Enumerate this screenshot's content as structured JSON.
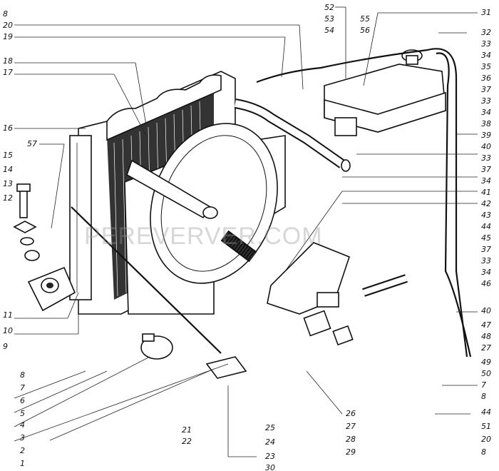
{
  "watermark": "PEREVERVER.COM",
  "labels": {
    "l1": "1",
    "l2": "2",
    "l3": "3",
    "l4": "4",
    "l5": "5",
    "l6": "6",
    "l7": "7",
    "l8": "8",
    "l9": "9",
    "l10": "10",
    "l11": "11",
    "l12": "12",
    "l13": "13",
    "l14": "14",
    "l15": "15",
    "l16": "16",
    "l17": "17",
    "l18": "18",
    "l19": "19",
    "l20": "20",
    "l21": "21",
    "l22": "22",
    "l23": "23",
    "l24": "24",
    "l25": "25",
    "l26": "26",
    "l27": "27",
    "l28": "28",
    "l29": "29",
    "l30": "30",
    "l31": "31",
    "l32": "32",
    "l33": "33",
    "l34": "34",
    "l35": "35",
    "l36": "36",
    "l37": "37",
    "l38": "38",
    "l39": "39",
    "l40": "40",
    "l41": "41",
    "l42": "42",
    "l43": "43",
    "l44": "44",
    "l45": "45",
    "l46": "46",
    "l47": "47",
    "l48": "48",
    "l49": "49",
    "l50": "50",
    "l51": "51",
    "l52": "52",
    "l53": "53",
    "l54": "54",
    "l55": "55",
    "l56": "56",
    "l57": "57"
  }
}
